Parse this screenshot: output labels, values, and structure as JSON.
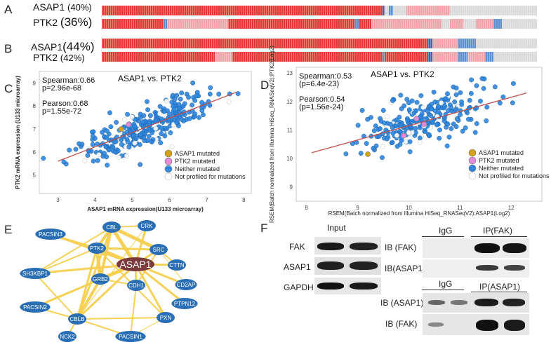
{
  "panels": {
    "a": "A",
    "b": "B",
    "c": "C",
    "d": "D",
    "e": "E",
    "f": "F"
  },
  "oncoprint": {
    "a": {
      "rows": [
        {
          "gene": "ASAP1",
          "pct": "(40%)"
        },
        {
          "gene": "PTK2",
          "pct": "(36%)"
        }
      ]
    },
    "b": {
      "rows": [
        {
          "gene": "ASAP1",
          "pct": "(44%)"
        },
        {
          "gene": "PTK2",
          "pct": "(42%)"
        }
      ]
    }
  },
  "colors": {
    "amp": "#e53935",
    "gain": "#f0a3a8",
    "deep": "#5b8fd1",
    "mut": "#3a62b5",
    "none": "#d9d9d9",
    "point": "#2e86de",
    "line": "#c0504d",
    "mutAsap": "#d4a017",
    "mutPtk": "#e58ad8",
    "edge": "#f5cf4e",
    "node": "#2a6fb5",
    "hub": "#7b3b3b"
  },
  "chart_data": [
    {
      "type": "scatter",
      "title": "ASAP1 vs. PTK2",
      "xlabel": "ASAP1 mRNA expression(U133 microarray)",
      "ylabel": "PTK2 mRNA expression (U133 microarray)",
      "xlim": [
        2.5,
        8.2
      ],
      "ylim": [
        4.2,
        9.5
      ],
      "xticks": [
        3,
        4,
        5,
        6,
        7,
        8
      ],
      "yticks": [
        5,
        6,
        7,
        8,
        9
      ],
      "stats": {
        "spearman": "Spearman:0.66",
        "spearman_p": "p=2.96e-68",
        "pearson": "Pearson:0.68",
        "pearson_p": "p=1.55e-72"
      },
      "fit": [
        [
          3,
          5.6
        ],
        [
          7.8,
          8.6
        ]
      ],
      "legend": [
        "ASAP1 mutated",
        "PTK2 mutated",
        "Neither mutated",
        "Not profiled for mutations"
      ],
      "legend_position": "bottom-right",
      "seed": 11,
      "n": 300,
      "x_center": 5.4,
      "x_spread": 0.95,
      "slope": 0.62,
      "intercept": 3.75,
      "noise": 0.42,
      "mutated": [
        {
          "x": 4.7,
          "y": 7.0,
          "kind": "asap"
        },
        {
          "x": 4.9,
          "y": 7.2,
          "kind": "ptk"
        }
      ]
    },
    {
      "type": "scatter",
      "title": "ASAP1 vs. PTK2",
      "xlabel": "RSEM(Batch normalized from Illumina HiSeq_RNASeqV2):ASAP1(Log2)",
      "ylabel": "RSEM(Batch normalized from Illumina HiSeq_RNASeqV2):PTK2(Log2)",
      "xlim": [
        7.8,
        12.6
      ],
      "ylim": [
        8.5,
        13.2
      ],
      "xticks": [
        8,
        9,
        10,
        11,
        12
      ],
      "yticks": [
        9,
        10,
        11,
        12,
        13
      ],
      "stats": {
        "spearman": "Spearman:0.53",
        "spearman_p": "(p=6.4e-23)",
        "pearson": "Pearson:0.54",
        "pearson_p": "(p=1.56e-24)"
      },
      "fit": [
        [
          8.1,
          10.2
        ],
        [
          12.3,
          12.3
        ]
      ],
      "legend": [
        "ASAP1 mutated",
        "PTK2 mutated",
        "Neither mutated",
        "Not profiled for mutations"
      ],
      "legend_position": "bottom-right",
      "seed": 29,
      "n": 260,
      "x_center": 10.3,
      "x_spread": 0.62,
      "slope": 0.5,
      "intercept": 6.15,
      "noise": 0.42,
      "mutated": [
        {
          "x": 9.2,
          "y": 10.15,
          "kind": "asap"
        },
        {
          "x": 10.15,
          "y": 11.4,
          "kind": "ptk"
        },
        {
          "x": 10.3,
          "y": 11.2,
          "kind": "ptk"
        },
        {
          "x": 9.9,
          "y": 10.8,
          "kind": "ptk"
        },
        {
          "x": 10.0,
          "y": 10.9,
          "kind": "gray"
        }
      ]
    }
  ],
  "network": {
    "hub": "ASAP1",
    "nodes": [
      "PACSIN3",
      "CBL",
      "CRK",
      "PTK2",
      "SRC",
      "SH3KBP1",
      "CTTN",
      "GRB2",
      "CDH1",
      "CD2AP",
      "PACSIN2",
      "PTPN12",
      "CBLB",
      "PXN",
      "NCK2",
      "PACSIN1"
    ]
  },
  "blots": {
    "input_label": "Input",
    "input_rows": [
      "FAK",
      "ASAP1",
      "GAPDH"
    ],
    "ip1": {
      "col_igg": "IgG",
      "col_ip": "IP(FAK)",
      "rows": [
        "IB (FAK)",
        "IB(ASAP1)"
      ]
    },
    "ip2": {
      "col_igg": "IgG",
      "col_ip": "IP(ASAP1)",
      "rows": [
        "IB (ASAP1)",
        "IB (FAK)"
      ]
    }
  }
}
